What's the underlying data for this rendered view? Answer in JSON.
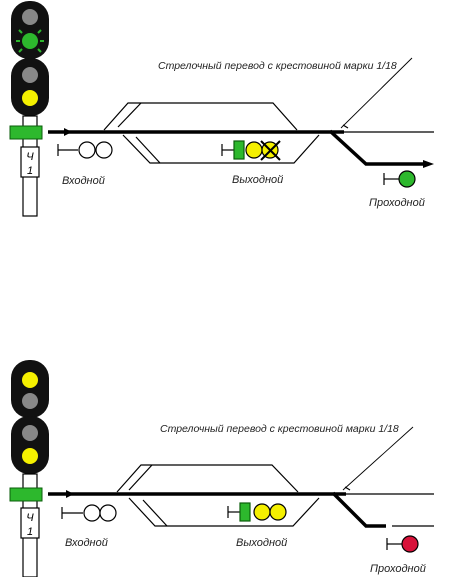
{
  "colors": {
    "green": "#2db82d",
    "yellow": "#f5f000",
    "red": "#d8123a",
    "dark_lens": "#888888",
    "signal_body": "#111111",
    "track": "#000000",
    "label": "#222222"
  },
  "panels": [
    {
      "id": "top",
      "callout": "Стрелочный перевод с крестовиной марки 1/18",
      "mast_plate": "Ч 1",
      "lenses": [
        "dark",
        "green-flashing",
        "dark",
        "yellow"
      ],
      "entrance_label": "Входной",
      "exit_label": "Выходной",
      "passing_label": "Проходной",
      "exit_signal": [
        "yellow",
        "yellow-crossed"
      ],
      "passing_signal": "green",
      "route": "turnout"
    },
    {
      "id": "bottom",
      "callout": "Стрелочный перевод с крестовиной марки 1/18",
      "mast_plate": "Ч 1",
      "lenses": [
        "yellow",
        "dark",
        "dark",
        "yellow"
      ],
      "entrance_label": "Входной",
      "exit_label": "Выходной",
      "passing_label": "Проходной",
      "exit_signal": [
        "yellow",
        "yellow"
      ],
      "passing_signal": "red",
      "route": "turnout-short"
    }
  ]
}
